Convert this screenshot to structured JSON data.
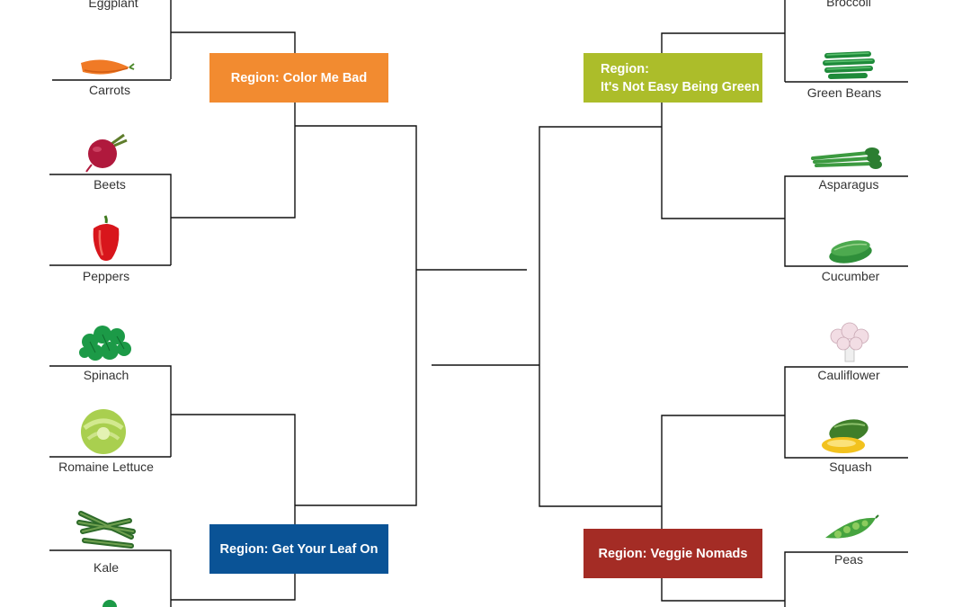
{
  "regions": {
    "color": {
      "label": "Region: Color Me Bad",
      "color": "#F28B30"
    },
    "green": {
      "line1": "Region:",
      "line2": "It's Not Easy Being Green",
      "color": "#ACBD2A"
    },
    "leaf": {
      "label": "Region: Get Your Leaf On",
      "color": "#0A5396"
    },
    "nomads": {
      "label": "Region: Veggie Nomads",
      "color": "#A42C25"
    }
  },
  "vegetables": {
    "eggplant": "Eggplant",
    "carrots": "Carrots",
    "beets": "Beets",
    "peppers": "Peppers",
    "spinach": "Spinach",
    "romaine": "Romaine Lettuce",
    "kale": "Kale",
    "broccoli": "Broccoli",
    "green_beans": "Green Beans",
    "asparagus": "Asparagus",
    "cucumber": "Cucumber",
    "cauliflower": "Cauliflower",
    "squash": "Squash",
    "peas": "Peas"
  }
}
